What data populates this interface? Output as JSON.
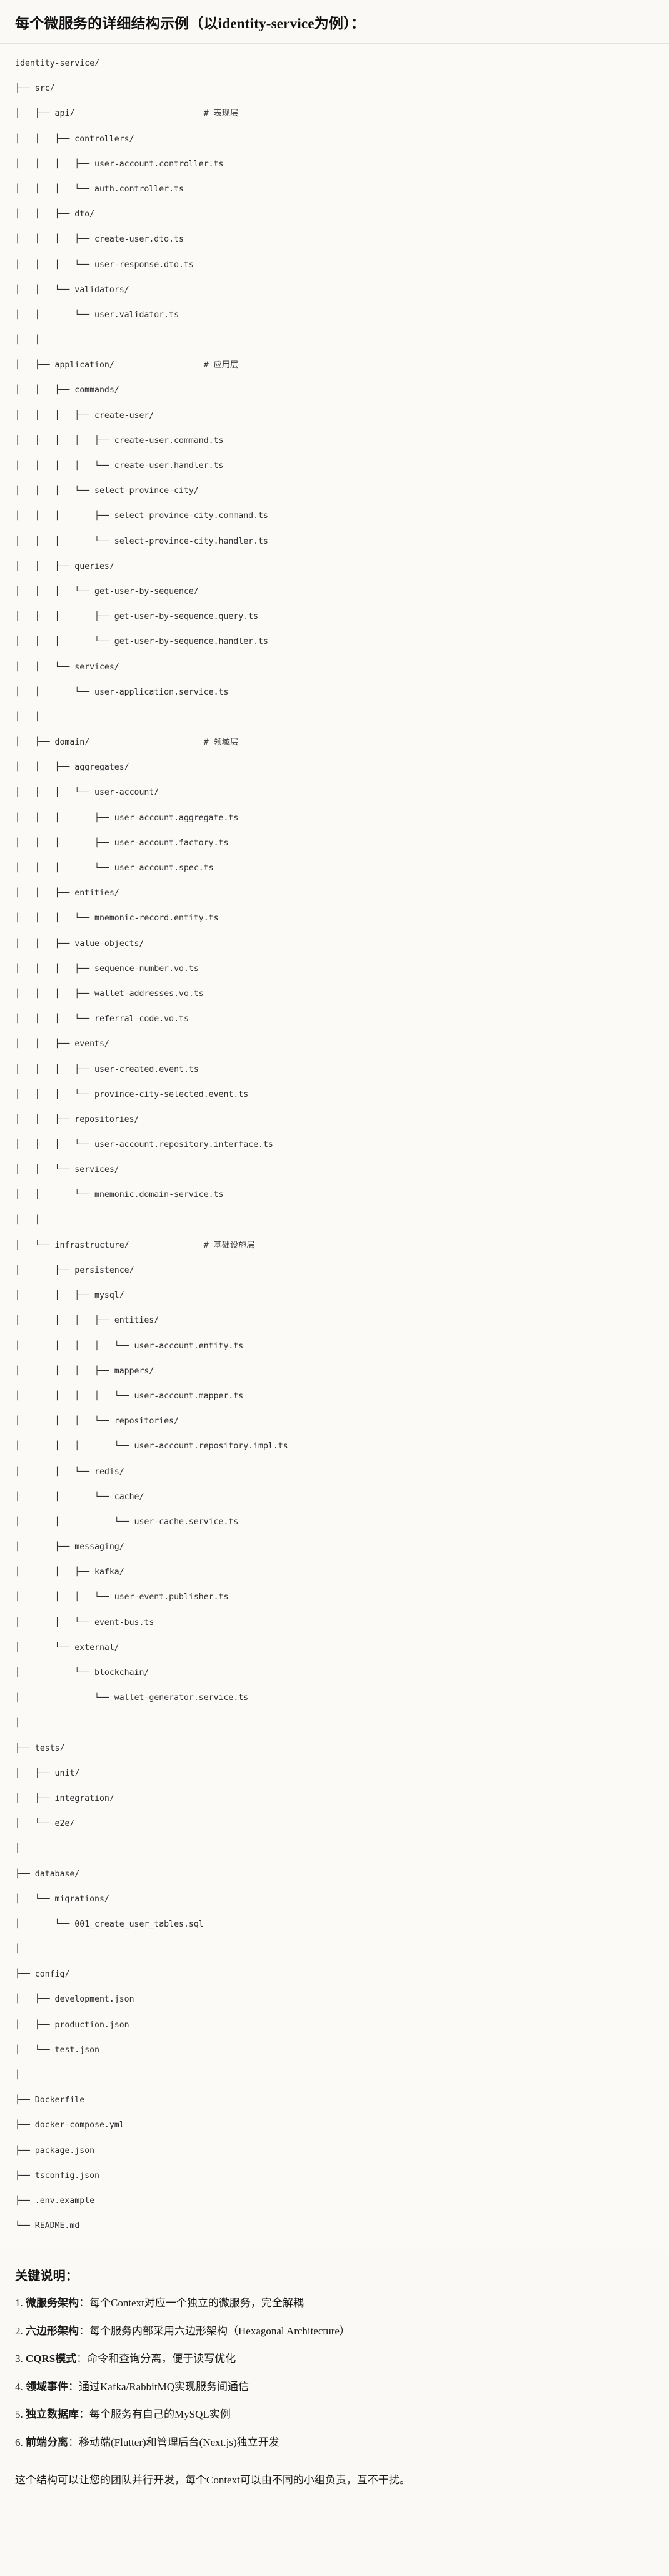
{
  "header": {
    "title": "每个微服务的详细结构示例（以identity-service为例）："
  },
  "tree": {
    "root": "identity-service/",
    "lines": [
      "identity-service/",
      "├── src/",
      "│   ├── api/                          # 表现层",
      "│   │   ├── controllers/",
      "│   │   │   ├── user-account.controller.ts",
      "│   │   │   └── auth.controller.ts",
      "│   │   ├── dto/",
      "│   │   │   ├── create-user.dto.ts",
      "│   │   │   └── user-response.dto.ts",
      "│   │   └── validators/",
      "│   │       └── user.validator.ts",
      "│   │",
      "│   ├── application/                  # 应用层",
      "│   │   ├── commands/",
      "│   │   │   ├── create-user/",
      "│   │   │   │   ├── create-user.command.ts",
      "│   │   │   │   └── create-user.handler.ts",
      "│   │   │   └── select-province-city/",
      "│   │   │       ├── select-province-city.command.ts",
      "│   │   │       └── select-province-city.handler.ts",
      "│   │   ├── queries/",
      "│   │   │   └── get-user-by-sequence/",
      "│   │   │       ├── get-user-by-sequence.query.ts",
      "│   │   │       └── get-user-by-sequence.handler.ts",
      "│   │   └── services/",
      "│   │       └── user-application.service.ts",
      "│   │",
      "│   ├── domain/                       # 领域层",
      "│   │   ├── aggregates/",
      "│   │   │   └── user-account/",
      "│   │   │       ├── user-account.aggregate.ts",
      "│   │   │       ├── user-account.factory.ts",
      "│   │   │       └── user-account.spec.ts",
      "│   │   ├── entities/",
      "│   │   │   └── mnemonic-record.entity.ts",
      "│   │   ├── value-objects/",
      "│   │   │   ├── sequence-number.vo.ts",
      "│   │   │   ├── wallet-addresses.vo.ts",
      "│   │   │   └── referral-code.vo.ts",
      "│   │   ├── events/",
      "│   │   │   ├── user-created.event.ts",
      "│   │   │   └── province-city-selected.event.ts",
      "│   │   ├── repositories/",
      "│   │   │   └── user-account.repository.interface.ts",
      "│   │   └── services/",
      "│   │       └── mnemonic.domain-service.ts",
      "│   │",
      "│   └── infrastructure/               # 基础设施层",
      "│       ├── persistence/",
      "│       │   ├── mysql/",
      "│       │   │   ├── entities/",
      "│       │   │   │   └── user-account.entity.ts",
      "│       │   │   ├── mappers/",
      "│       │   │   │   └── user-account.mapper.ts",
      "│       │   │   └── repositories/",
      "│       │   │       └── user-account.repository.impl.ts",
      "│       │   └── redis/",
      "│       │       └── cache/",
      "│       │           └── user-cache.service.ts",
      "│       ├── messaging/",
      "│       │   ├── kafka/",
      "│       │   │   └── user-event.publisher.ts",
      "│       │   └── event-bus.ts",
      "│       └── external/",
      "│           └── blockchain/",
      "│               └── wallet-generator.service.ts",
      "│",
      "├── tests/",
      "│   ├── unit/",
      "│   ├── integration/",
      "│   └── e2e/",
      "│",
      "├── database/",
      "│   └── migrations/",
      "│       └── 001_create_user_tables.sql",
      "│",
      "├── config/",
      "│   ├── development.json",
      "│   ├── production.json",
      "│   └── test.json",
      "│",
      "├── Dockerfile",
      "├── docker-compose.yml",
      "├── package.json",
      "├── tsconfig.json",
      "├── .env.example",
      "└── README.md"
    ],
    "layer_comments": [
      "# 表现层",
      "# 应用层",
      "# 领域层",
      "# 基础设施层"
    ]
  },
  "keypoints": {
    "heading": "关键说明：",
    "items": [
      {
        "num": "1.",
        "term": "微服务架构",
        "sep": "：",
        "desc": "每个Context对应一个独立的微服务，完全解耦"
      },
      {
        "num": "2.",
        "term": "六边形架构",
        "sep": "：",
        "desc": "每个服务内部采用六边形架构（Hexagonal Architecture）"
      },
      {
        "num": "3.",
        "term": "CQRS模式",
        "sep": "：",
        "desc": "命令和查询分离，便于读写优化"
      },
      {
        "num": "4.",
        "term": "领域事件",
        "sep": "：",
        "desc": "通过Kafka/RabbitMQ实现服务间通信"
      },
      {
        "num": "5.",
        "term": "独立数据库",
        "sep": "：",
        "desc": "每个服务有自己的MySQL实例"
      },
      {
        "num": "6.",
        "term": "前端分离",
        "sep": "：",
        "desc": "移动端(Flutter)和管理后台(Next.js)独立开发"
      }
    ],
    "footer": "这个结构可以让您的团队并行开发，每个Context可以由不同的小组负责，互不干扰。"
  },
  "colors": {
    "page_background": "#faf9f6",
    "code_background": "#fbfaf7",
    "text": "#1a1a1a",
    "code_text": "#2d2d30",
    "divider": "#e6e4df"
  }
}
